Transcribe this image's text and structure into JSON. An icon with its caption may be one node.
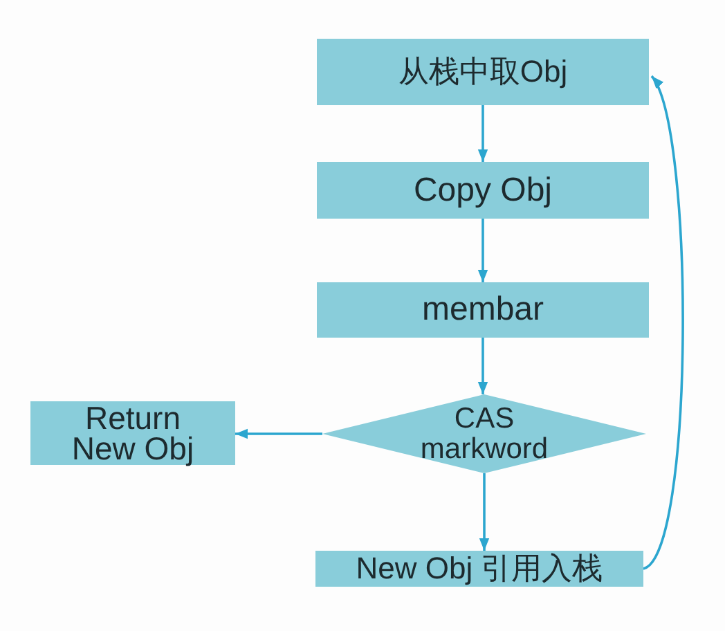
{
  "diagram": {
    "nodes": [
      {
        "text": [
          "从栈中取Obj"
        ]
      },
      {
        "text": [
          "Copy Obj"
        ]
      },
      {
        "text": [
          "membar"
        ]
      },
      {
        "text": [
          "CAS markword"
        ]
      },
      {
        "text": [
          "Return New Obj"
        ]
      },
      {
        "text": [
          "New Obj 引用入栈"
        ]
      }
    ],
    "edges": [
      {
        "from": 0,
        "to": 1,
        "arrow": "to"
      },
      {
        "from": 1,
        "to": 2,
        "arrow": "to"
      },
      {
        "from": 2,
        "to": 3,
        "arrow": "to"
      },
      {
        "from": 3,
        "to": 4,
        "arrow": "to"
      },
      {
        "from": 3,
        "to": 5,
        "arrow": "to"
      },
      {
        "from": 5,
        "to": 0,
        "arrow": "to"
      }
    ]
  }
}
